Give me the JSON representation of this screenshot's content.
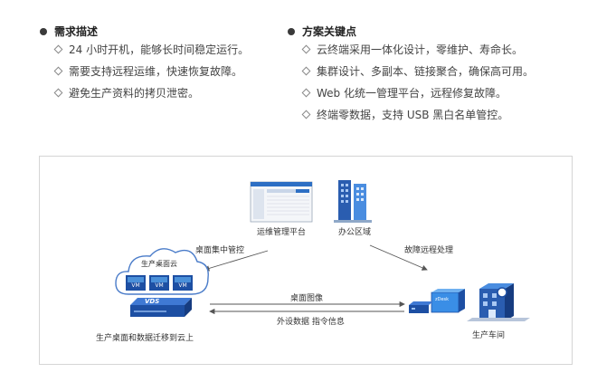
{
  "requirements": {
    "title": "需求描述",
    "items": [
      "24 小时开机，能够长时间稳定运行。",
      "需要支持远程运维，快速恢复故障。",
      "避免生产资料的拷贝泄密。"
    ]
  },
  "solution": {
    "title": "方案关键点",
    "items": [
      "云终端采用一体化设计，零维护、寿命长。",
      "集群设计、多副本、链接聚合，确保高可用。",
      "Web 化统一管理平台，远程修复故障。",
      "终端零数据，支持 USB 黑白名单管控。"
    ]
  },
  "diagram": {
    "ops_platform": "运维管理平台",
    "office": "办公区域",
    "desktop_mgmt": "桌面集中管控",
    "fault_repair": "故障远程处理",
    "cloud_title": "生产桌面云",
    "vm_label": "VM",
    "vds_label": "VDS",
    "desktop_image": "桌面图像",
    "peripheral_data": "外设数据 指令信息",
    "migration": "生产桌面和数据迁移到云上",
    "workshop": "生产车间",
    "terminal_brand": "zDesk"
  },
  "colors": {
    "accent_blue": "#1d4fa3",
    "light_blue": "#4a90d9",
    "cloud_stroke": "#4a7cc9",
    "border": "#d5d5d5"
  }
}
